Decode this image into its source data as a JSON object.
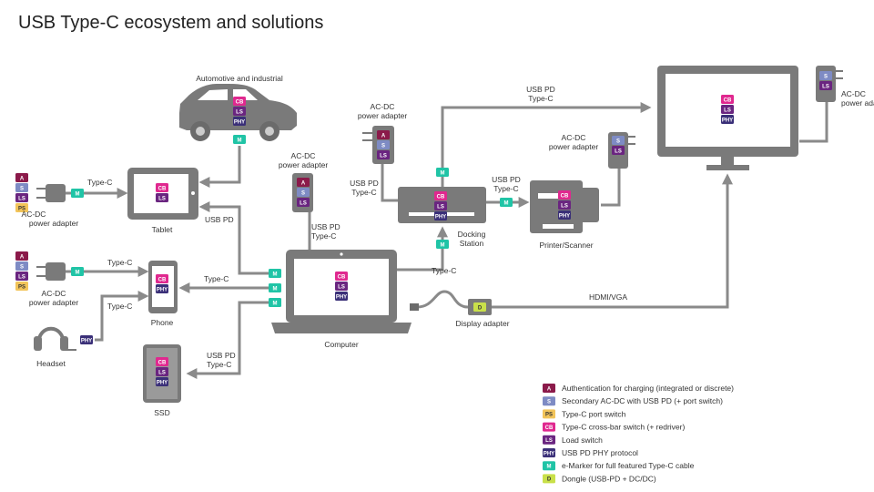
{
  "title": "USB Type-C ecosystem and solutions",
  "colors": {
    "A": "#8b1a4a",
    "S": "#7e8bc4",
    "PS": "#f2c45a",
    "CB": "#e0288f",
    "LS": "#6a2580",
    "PHY": "#3a2f78",
    "M": "#20c4a6",
    "D": "#c9e04a",
    "device": "#7a7a7a",
    "wire": "#8a8a8a"
  },
  "badges": {
    "A": "A",
    "S": "S",
    "PS": "PS",
    "CB": "CB",
    "LS": "LS",
    "PHY": "PHY",
    "M": "M",
    "D": "D"
  },
  "labels": {
    "automotive": "Automotive and industrial",
    "tablet": "Tablet",
    "phone": "Phone",
    "headset": "Headset",
    "ssd": "SSD",
    "computer": "Computer",
    "docking_1": "Docking",
    "docking_2": "Station",
    "printer": "Printer/Scanner",
    "display_adapter": "Display adapter",
    "acdc_1": "AC-DC",
    "acdc_2": "power adapter",
    "type_c": "Type-C",
    "usb_pd": "USB PD",
    "hdmi_vga": "HDMI/VGA"
  },
  "legend": [
    {
      "badge": "A",
      "text": "Authentication for charging (integrated or discrete)"
    },
    {
      "badge": "S",
      "text": "Secondary AC-DC with USB PD (+ port switch)"
    },
    {
      "badge": "PS",
      "text": "Type-C port switch"
    },
    {
      "badge": "CB",
      "text": "Type-C cross-bar switch (+ redriver)"
    },
    {
      "badge": "LS",
      "text": "Load switch"
    },
    {
      "badge": "PHY",
      "text": "USB PD PHY protocol"
    },
    {
      "badge": "M",
      "text": "e-Marker for full featured Type-C cable"
    },
    {
      "badge": "D",
      "text": "Dongle (USB-PD + DC/DC)"
    }
  ]
}
